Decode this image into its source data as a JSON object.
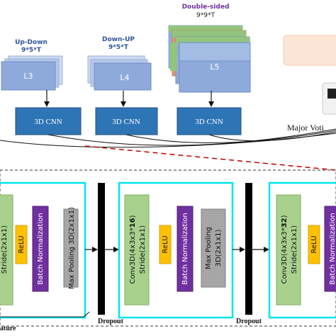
{
  "top": {
    "groups": [
      {
        "title": "Up-Down",
        "dims": "9*5*T",
        "slab": "L3",
        "cnn": "3D CNN"
      },
      {
        "title": "Down-UP",
        "dims": "9*5*T",
        "slab": "L4",
        "cnn": "3D CNN"
      },
      {
        "title": "Double-sided",
        "dims": "9*9*T",
        "slab": "L5",
        "cnn": "3D CNN"
      }
    ],
    "voting_label": "Major Voti"
  },
  "bottom": {
    "blocks": [
      {
        "layers": [
          {
            "text": "Stride(2x1x1)",
            "bold": ""
          },
          {
            "text": "ReLU",
            "bold": ""
          },
          {
            "text": "Batch Normalization",
            "bold": ""
          },
          {
            "text": "Max Pooling 3D(2x1x1)",
            "bold": ""
          }
        ]
      },
      {
        "layers": [
          {
            "text": "Conv3D(4x3x3*",
            "bold": "16",
            "text2": ")",
            "line2": "Stride(2x1x1)"
          },
          {
            "text": "ReLU",
            "bold": ""
          },
          {
            "text": "Batch Normalization",
            "bold": ""
          },
          {
            "text": "Max Pooling 3D(2x1x1)",
            "bold": ""
          }
        ]
      },
      {
        "layers": [
          {
            "text": "Conv3D(4x3x3*",
            "bold": "32",
            "text2": ")",
            "line2": "Stride(2x1x1)"
          },
          {
            "text": "ReLU",
            "bold": ""
          },
          {
            "text": "Batch Normalization",
            "bold": ""
          }
        ]
      }
    ],
    "dropout_label": "Dropout",
    "feature_label": "ature"
  },
  "colors": {
    "slab_blue": "#8eaadb",
    "cnn_blue": "#2e75b6",
    "cyan_border": "#00e5ee",
    "conv_green": "#a9d18e",
    "relu_yellow": "#ffc000",
    "bn_purple": "#7030a0",
    "pool_gray": "#a6a6a6",
    "dashed_red": "#c00000"
  }
}
